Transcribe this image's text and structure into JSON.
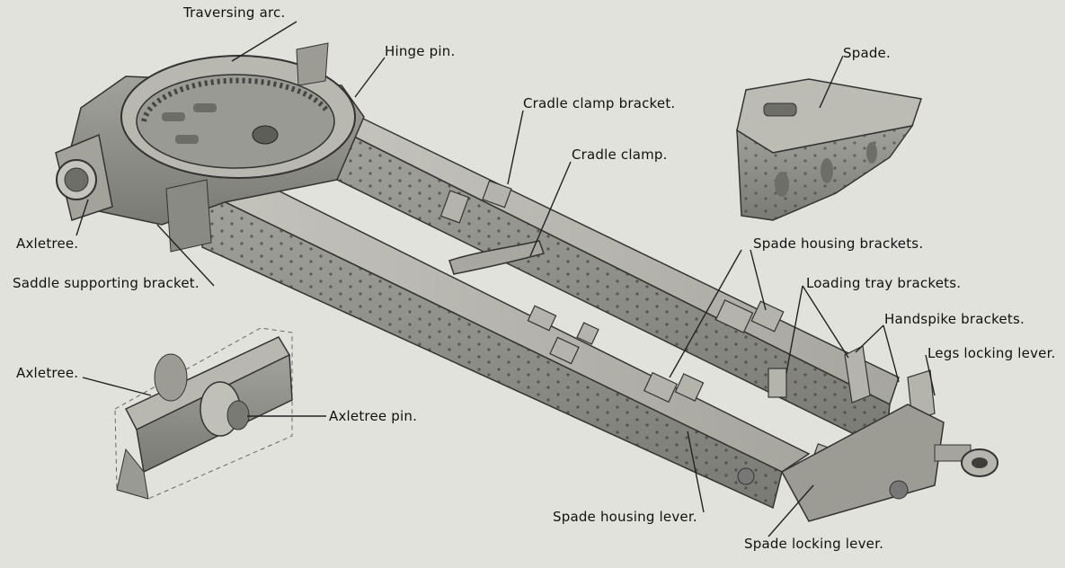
{
  "labels": {
    "traversing_arc": "Traversing arc.",
    "hinge_pin": "Hinge pin.",
    "spade": "Spade.",
    "cradle_clamp_bracket": "Cradle clamp bracket.",
    "cradle_clamp": "Cradle clamp.",
    "axletree_top": "Axletree.",
    "saddle_supporting_bracket": "Saddle supporting bracket.",
    "spade_housing_brackets": "Spade housing brackets.",
    "loading_tray_brackets": "Loading tray brackets.",
    "handspike_brackets": "Handspike brackets.",
    "legs_locking_lever": "Legs locking lever.",
    "axletree_inset": "Axletree.",
    "axletree_pin": "Axletree pin.",
    "spade_housing_lever": "Spade housing lever.",
    "spade_locking_lever": "Spade locking lever."
  },
  "colors": {
    "background": "#e2e2dc",
    "metal": "#8e8e88",
    "metal_dark": "#5e5e58",
    "metal_light": "#bdbdb6",
    "ink": "#111111"
  }
}
